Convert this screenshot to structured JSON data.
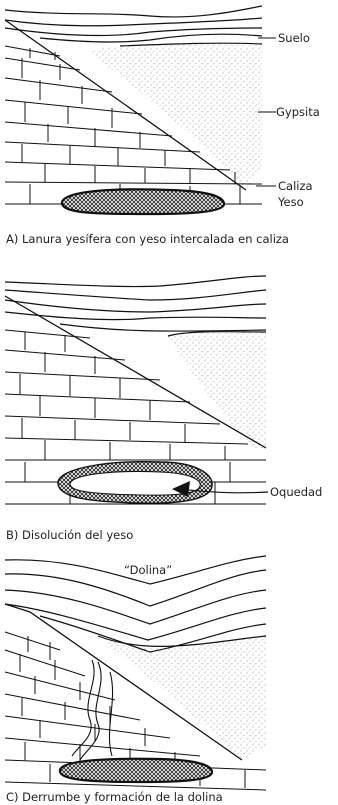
{
  "panel_a": {
    "labels": {
      "suelo": "Suelo",
      "gypsita": "Gypsita",
      "caliza": "Caliza",
      "yeso": "Yeso"
    },
    "caption": "A) Lanura yesífera con yeso intercalada en caliza"
  },
  "panel_b": {
    "labels": {
      "oquedad": "Oquedad"
    },
    "caption": "B) Disolución del yeso"
  },
  "panel_c": {
    "labels": {
      "dolina": "“Dolina”"
    },
    "caption": "C) Derrumbe y formación de la dolina"
  }
}
